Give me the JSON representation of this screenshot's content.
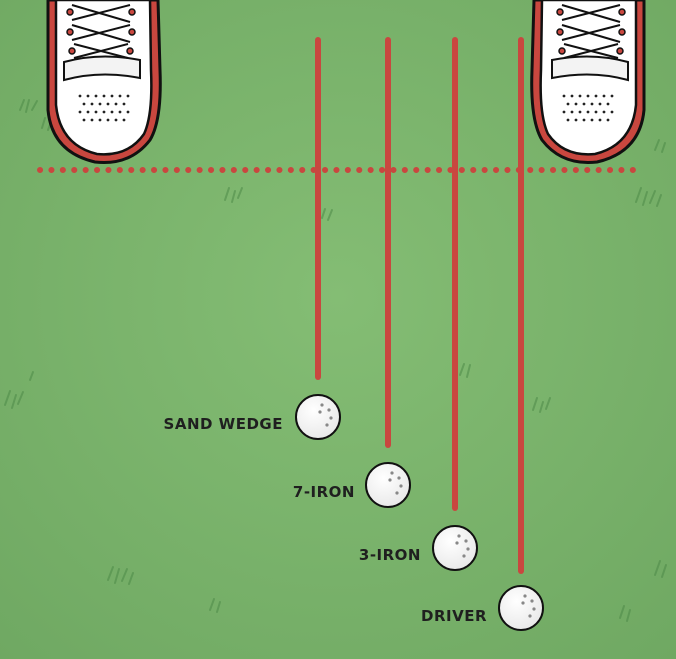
{
  "clubs": [
    {
      "label": "SAND WEDGE"
    },
    {
      "label": "7-IRON"
    },
    {
      "label": "3-IRON"
    },
    {
      "label": "DRIVER"
    }
  ],
  "colors": {
    "turf": "#7db56d",
    "turf_dark": "#5f9a55",
    "guide_line": "#c9473f",
    "ball": "#ffffff",
    "shoe_sole_red": "#c9473f",
    "outline": "#111111"
  },
  "icons": {
    "shoe": "golf-shoe-icon",
    "ball": "golf-ball-icon"
  }
}
